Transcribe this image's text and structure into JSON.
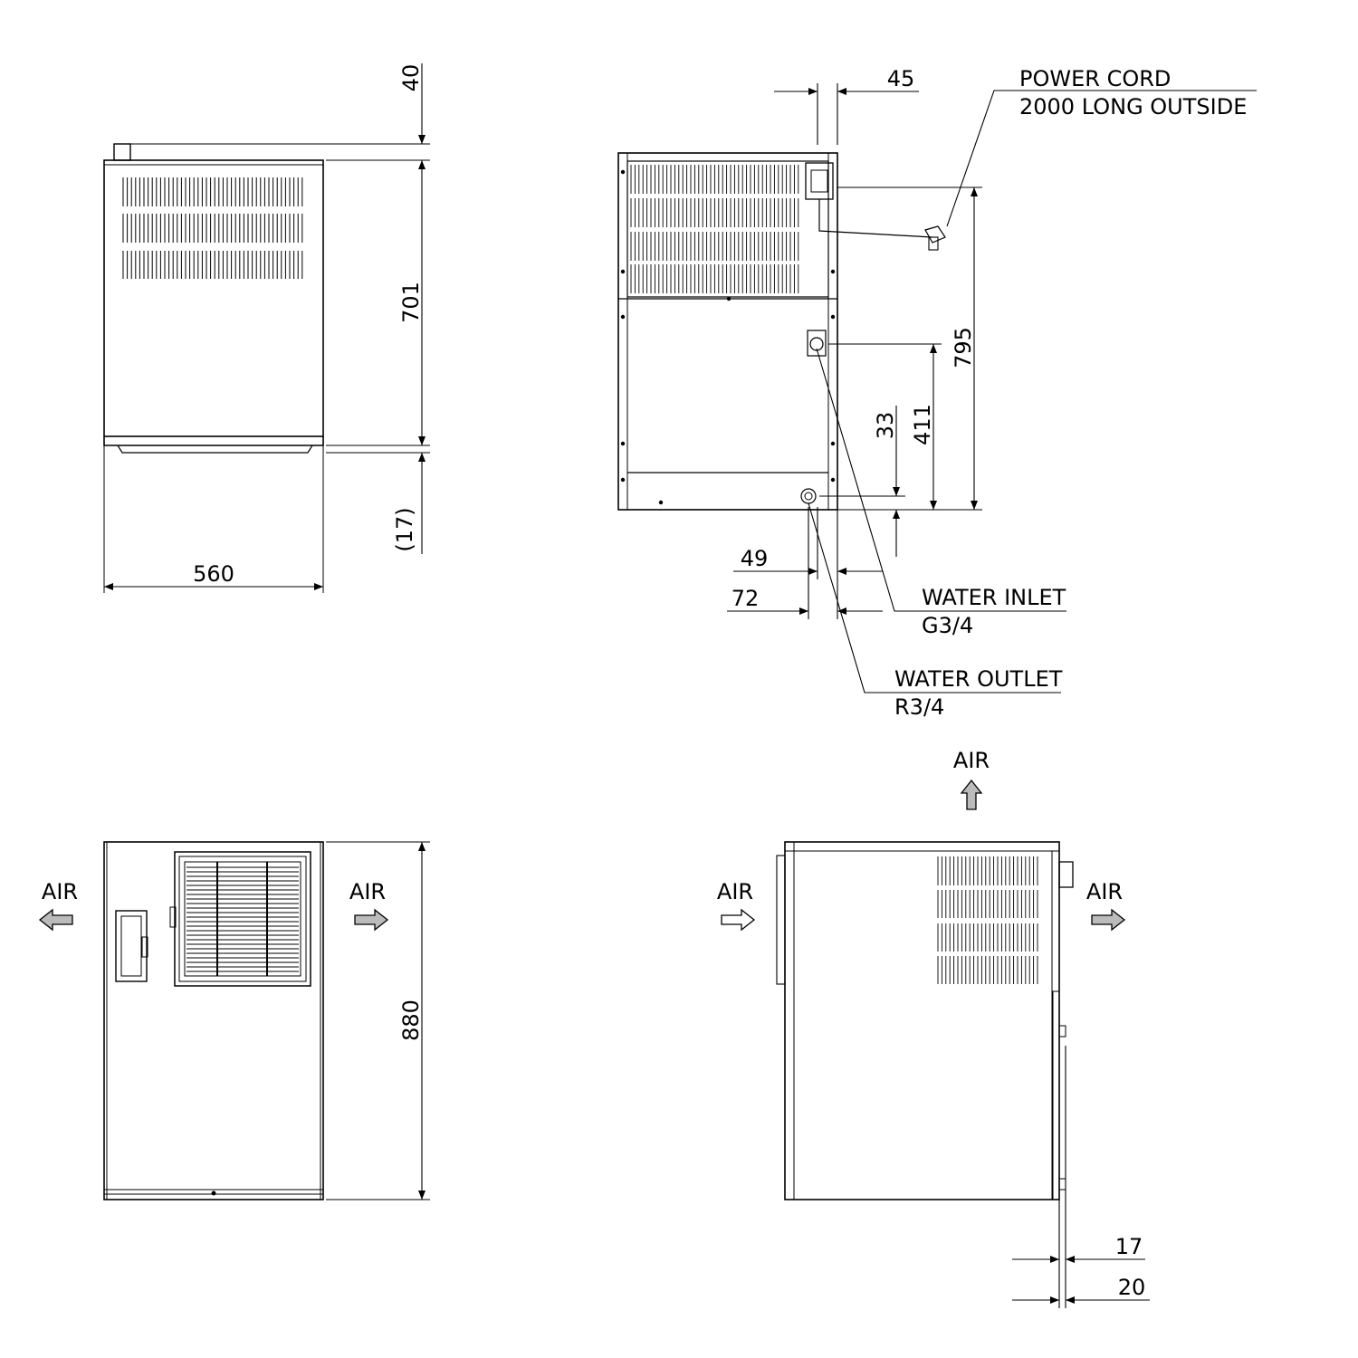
{
  "dimensions": {
    "top_margin": "40",
    "top_height": "701",
    "top_base": "(17)",
    "width": "560",
    "rear_offset": "45",
    "rear_height": "795",
    "inlet_height": "411",
    "outlet_height": "33",
    "outlet_offset": "49",
    "inlet_offset": "72",
    "front_height": "880",
    "side_a": "17",
    "side_b": "20"
  },
  "callouts": {
    "power_cord_line1": "POWER CORD",
    "power_cord_line2": "2000 LONG OUTSIDE",
    "water_inlet": "WATER INLET",
    "water_inlet_thread": "G3/4",
    "water_outlet": "WATER OUTLET",
    "water_outlet_thread": "R3/4"
  },
  "airflow": {
    "air_label": "AIR"
  }
}
